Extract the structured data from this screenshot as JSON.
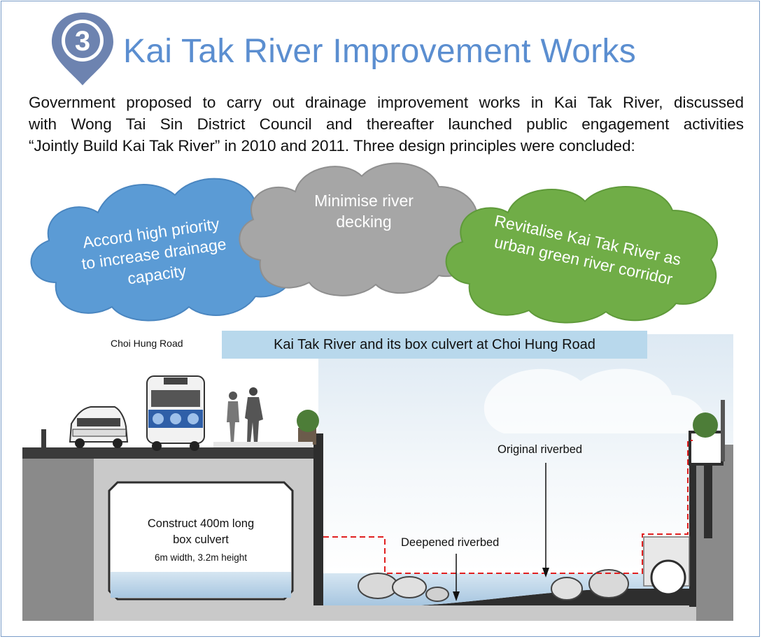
{
  "header": {
    "step_number": "3",
    "title": "Kai Tak River Improvement Works"
  },
  "intro": {
    "lines": [
      "Government proposed to carry out drainage improvement works in Kai Tak River, discussed",
      "with Wong Tai Sin District Council and thereafter launched public engagement activities",
      "“Jointly Build Kai Tak River” in 2010 and 2011.  Three design principles were concluded:"
    ]
  },
  "principles": [
    {
      "lines": [
        "Accord high priority",
        "to increase drainage",
        "capacity"
      ],
      "color": "#5b9bd5"
    },
    {
      "lines": [
        "Minimise river",
        "decking"
      ],
      "color": "#a6a6a6"
    },
    {
      "lines": [
        "Revitalise Kai Tak River as",
        "urban green river corridor"
      ],
      "color": "#70ad47"
    }
  ],
  "section": {
    "road_label": "Choi Hung Road",
    "caption": "Kai Tak River and its box culvert at Choi Hung Road",
    "culvert_title": [
      "Construct 400m long",
      "box culvert"
    ],
    "culvert_dims": "6m width, 3.2m height",
    "original_label": "Original riverbed",
    "deepened_label": "Deepened riverbed"
  },
  "colors": {
    "title": "#5b8ed0",
    "pin": "#6d83b0",
    "caption_bg": "#b8d8ec",
    "dashed_line": "#e02020"
  }
}
